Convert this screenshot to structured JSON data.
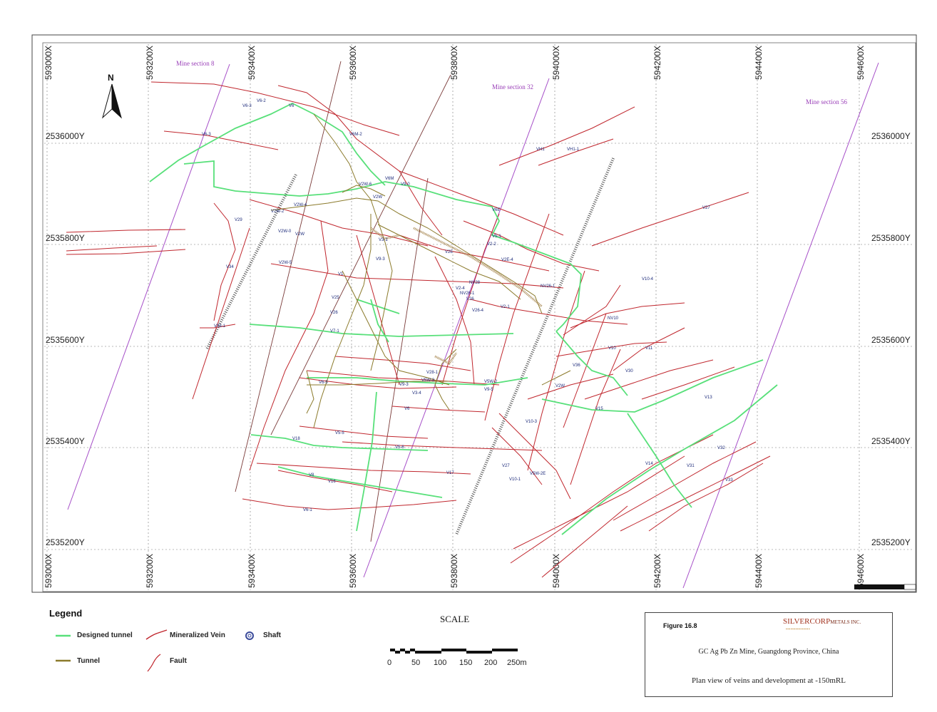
{
  "map": {
    "x_axis_labels": [
      "593000X",
      "593200X",
      "593400X",
      "593600X",
      "593800X",
      "594000X",
      "594200X",
      "594400X",
      "594600X"
    ],
    "y_axis_labels": [
      "2536000Y",
      "2535800Y",
      "2535600Y",
      "2535400Y",
      "2535200Y"
    ],
    "north_label": "N",
    "mine_sections": [
      "Mine section 8",
      "Mine section 32",
      "Mine section 56"
    ],
    "vein_labels": [
      "V6-3",
      "V6-2",
      "V6",
      "V6-3",
      "V6M-2",
      "V2W-6",
      "V2W",
      "V6M",
      "V9-0",
      "V2W-4",
      "V2W-2",
      "V2W-0",
      "V2W",
      "V29",
      "V2W-5",
      "V34",
      "V33-1",
      "V1",
      "V25",
      "V26",
      "V7-1",
      "V3-1",
      "V9-3",
      "V6E",
      "V5-1",
      "V2-2",
      "V2E",
      "V2E-4",
      "NV28",
      "V2-4",
      "NV26-1",
      "V26",
      "V26-4",
      "V2-1",
      "NV26-1",
      "V10-4",
      "NV10",
      "V10",
      "V11",
      "V30",
      "V36",
      "V28-1",
      "V5W-3",
      "V5W-2",
      "V9-5",
      "V9-3",
      "V3-4",
      "V6-5",
      "V6",
      "V2W",
      "V15",
      "V13",
      "V18",
      "V5-5",
      "V5-6",
      "V10-3",
      "V17",
      "V14",
      "V32",
      "V31",
      "V33",
      "V27",
      "V10-1",
      "V5W-2E",
      "V8",
      "V16",
      "V6-1",
      "VH1",
      "VH1-1",
      "V27"
    ]
  },
  "legend": {
    "title": "Legend",
    "items": [
      {
        "label": "Designed tunnel",
        "color": "#58e07a"
      },
      {
        "label": "Tunnel",
        "color": "#8b7a2b"
      },
      {
        "label": "Mineralized Vein",
        "color": "#c0262d"
      },
      {
        "label": "Fault",
        "color": "#c0262d"
      },
      {
        "label": "Shaft",
        "color": "#3a4a9a"
      }
    ]
  },
  "scale": {
    "title": "SCALE",
    "ticks": [
      "0",
      "50",
      "100",
      "150",
      "200",
      "250m"
    ]
  },
  "figure": {
    "number": "Figure 16.8",
    "logo": "SILVERCORP",
    "logo_suffix": "METALS INC.",
    "line1": "GC Ag Pb Zn Mine, Guangdong Province, China",
    "line2": "Plan view of veins and development at -150mRL"
  },
  "colors": {
    "vein": "#c0262d",
    "designed_tunnel": "#58e07a",
    "tunnel": "#8b7a2b",
    "mine_section": "#a64fc8",
    "grid": "#555555"
  }
}
